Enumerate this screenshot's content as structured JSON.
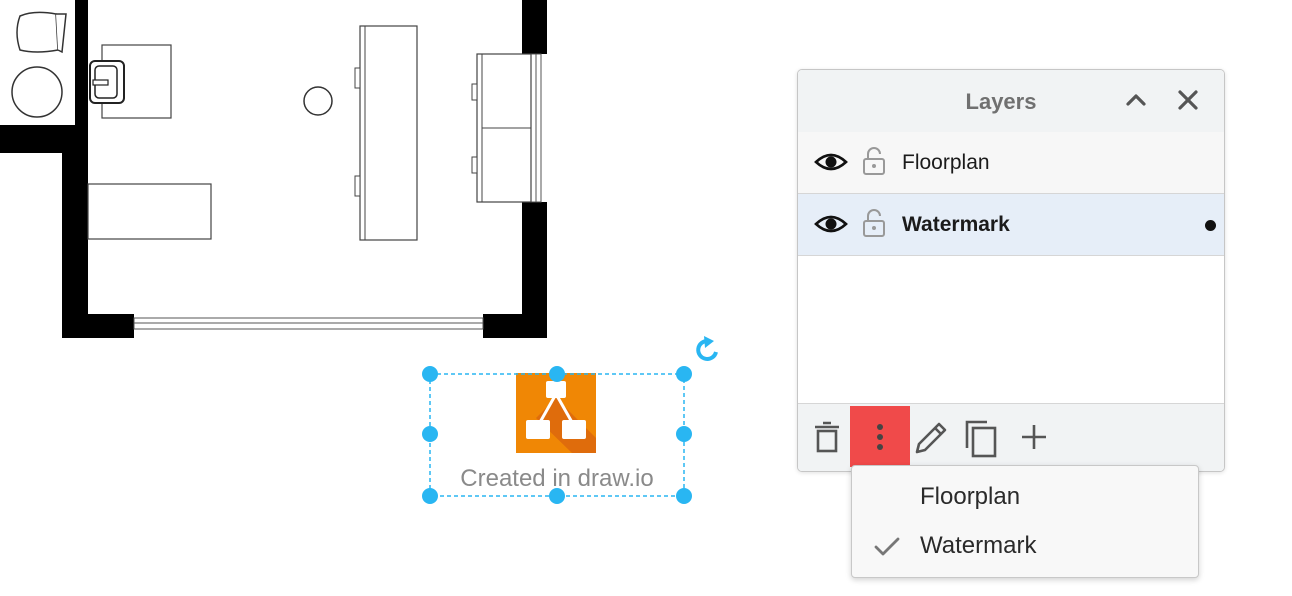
{
  "canvas": {
    "watermark_caption": "Created in draw.io",
    "selection_color": "#29b6f2",
    "logo_color": "#f08705"
  },
  "layers_panel": {
    "title": "Layers",
    "collapse_icon": "chevron-up-icon",
    "close_icon": "close-icon",
    "layers": [
      {
        "label": "Floorplan",
        "visible": true,
        "locked": false,
        "selected": false
      },
      {
        "label": "Watermark",
        "visible": true,
        "locked": false,
        "selected": true,
        "current": true
      }
    ],
    "footer_tools": [
      "trash-icon",
      "more-vertical-icon",
      "pencil-icon",
      "duplicate-icon",
      "plus-icon"
    ],
    "highlight_color": "#f04a4a"
  },
  "move_menu": {
    "items": [
      {
        "label": "Floorplan",
        "checked": false
      },
      {
        "label": "Watermark",
        "checked": true
      }
    ]
  }
}
